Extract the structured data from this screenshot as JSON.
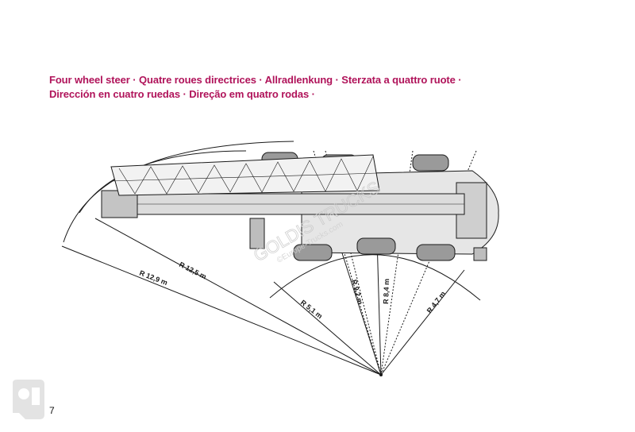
{
  "heading": {
    "line1": "Four wheel steer · Quatre roues directrices · Allradlenkung · Sterzata a quattro ruote ·",
    "line2": "Dirección en cuatro ruedas · Direção em quatro rodas ·"
  },
  "radii": {
    "r129": "R 12,9 m",
    "r125": "R 12,5 m",
    "r51": "R 5,1 m",
    "r92": "R 9,2 m",
    "r84": "R 8,4 m",
    "r47": "R 4,7 m"
  },
  "watermark": {
    "main": "GOLDIS TRUCKS",
    "sub": "©Europe-Trucks.com"
  },
  "page_number": "7",
  "colors": {
    "heading": "#b0135a",
    "lines": "#1a1a1a"
  },
  "icons": {
    "corner_logo": "truck-logo-icon"
  }
}
